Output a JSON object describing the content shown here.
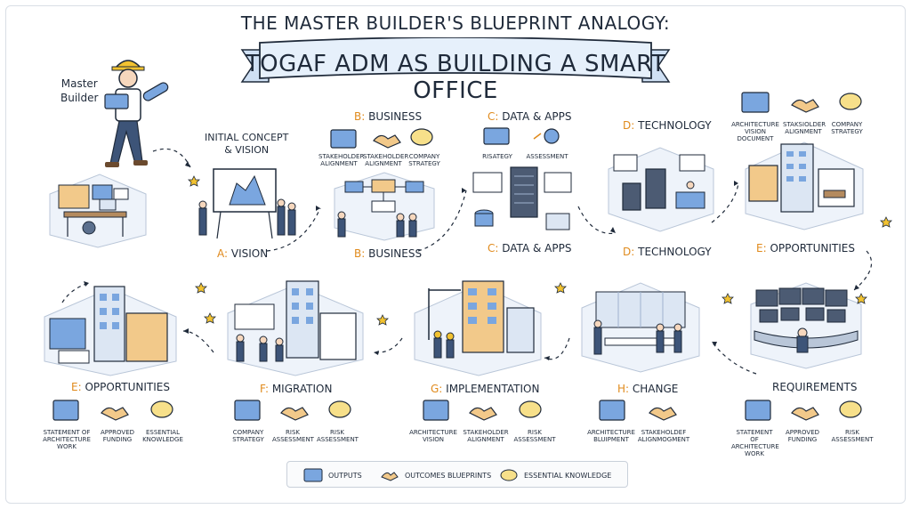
{
  "header": {
    "title": "THE MASTER BUILDER'S BLUEPRINT ANALOGY:",
    "banner": "TOGAF ADM AS BUILDING A SMART OFFICE"
  },
  "master_builder": {
    "line1": "Master",
    "line2": "Builder"
  },
  "initial_concept": {
    "line1": "INITIAL CONCEPT",
    "line2": "& VISION"
  },
  "stages": {
    "vision": {
      "prefix": "A:",
      "name": " VISION"
    },
    "business_top": {
      "prefix": "B:",
      "name": " BUSINESS"
    },
    "business_bottom": {
      "prefix": "B:",
      "name": " BUSINESS"
    },
    "data_top": {
      "prefix": "C:",
      "name": " DATA & APPS"
    },
    "data_bottom": {
      "prefix": "C:",
      "name": " DATA & APPS"
    },
    "tech_top": {
      "prefix": "D:",
      "name": " TECHNOLOGY"
    },
    "tech_bottom": {
      "prefix": "D:",
      "name": " TECHNOLOGY"
    },
    "opp_right": {
      "prefix": "E:",
      "name": " OPPORTUNITIES"
    },
    "opp_left": {
      "prefix": "E:",
      "name": " OPPORTUNITIES"
    },
    "migration": {
      "prefix": "F:",
      "name": " MIGRATION"
    },
    "implementation": {
      "prefix": "G:",
      "name": " IMPLEMENTATION"
    },
    "change": {
      "prefix": "H:",
      "name": " CHANGE"
    },
    "requirements": {
      "prefix": "",
      "name": "REQUIREMENTS"
    }
  },
  "icon_labels": {
    "b": [
      "STAKEHOLDER ALIGNMENT",
      "STAKEHOLDER ALIGNMENT",
      "COMPANY STRATEGY"
    ],
    "c": [
      "RISATEGY",
      "ASSESSMENT"
    ],
    "e_top": [
      "ARCHITECTURE VISION DOCUMENT",
      "STAKSIOLDER ALIGNMENT",
      "COMPANY STRATEGY"
    ],
    "e_bottom": [
      "STATEMENT OF ARCHITECTURE WORK",
      "APPROVED FUNDING",
      "ESSENTIAL KNOWLEDGE"
    ],
    "f": [
      "COMPANY STRATEGY",
      "RISK ASSESSMENT",
      "RISK ASSESSMENT"
    ],
    "g": [
      "ARCHITECTURE VISION",
      "STAKEHOLDER ALIGNMENT",
      "RISK ASSESSMENT"
    ],
    "h": [
      "ARCHITECTURE BLUIPMENT",
      "STAKEHOLDEF ALIGNMOGMENT"
    ],
    "req": [
      "STATEMENT OF ARCHITECTURE WORK",
      "APPROVED FUNDING",
      "RISK ASSESSMENT"
    ]
  },
  "legend": {
    "outputs": "OUTPUTS",
    "outcomes": "OUTCOMES BLUEPRINTS",
    "knowledge": "ESSENTIAL KNOWLEDGE"
  },
  "colors": {
    "accent": "#e08a1c",
    "blueprint": "#5b8ed6",
    "outline": "#1f2a3a",
    "banner_fill": "#e6f0fb"
  },
  "icons": [
    "blueprint-icon",
    "handshake-icon",
    "speech-bubble-icon",
    "helmet-icon",
    "star-icon"
  ]
}
